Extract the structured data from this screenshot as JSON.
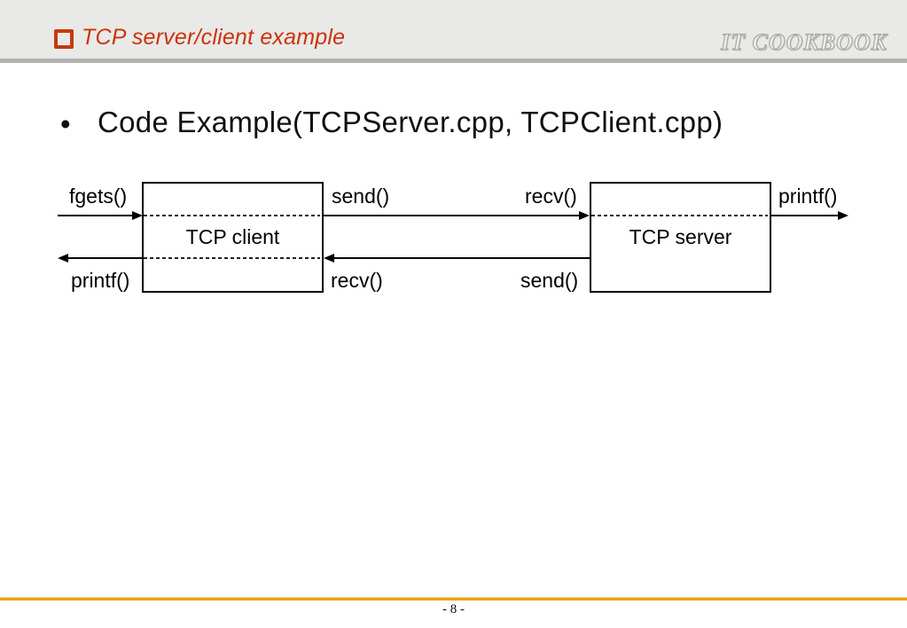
{
  "header": {
    "title": "TCP server/client example",
    "logo": "IT COOKBOOK"
  },
  "slide": {
    "bullet_glyph": "•",
    "heading": "Code Example(TCPServer.cpp, TCPClient.cpp)"
  },
  "diagram": {
    "client_box_label": "TCP client",
    "server_box_label": "TCP server",
    "labels": {
      "fgets_top_left": "fgets()",
      "send_top_client": "send()",
      "recv_top_server": "recv()",
      "printf_top_right": "printf()",
      "printf_bottom_left": "printf()",
      "recv_bottom_client": "recv()",
      "send_bottom_server": "send()"
    }
  },
  "footer": {
    "page_number": "- 8 -"
  },
  "colors": {
    "accent_red": "#cc3308",
    "header_bg": "#e9e9e7",
    "header_border": "#b3b3b1",
    "footer_orange": "#eda01e",
    "diagram_line": "#000000"
  }
}
